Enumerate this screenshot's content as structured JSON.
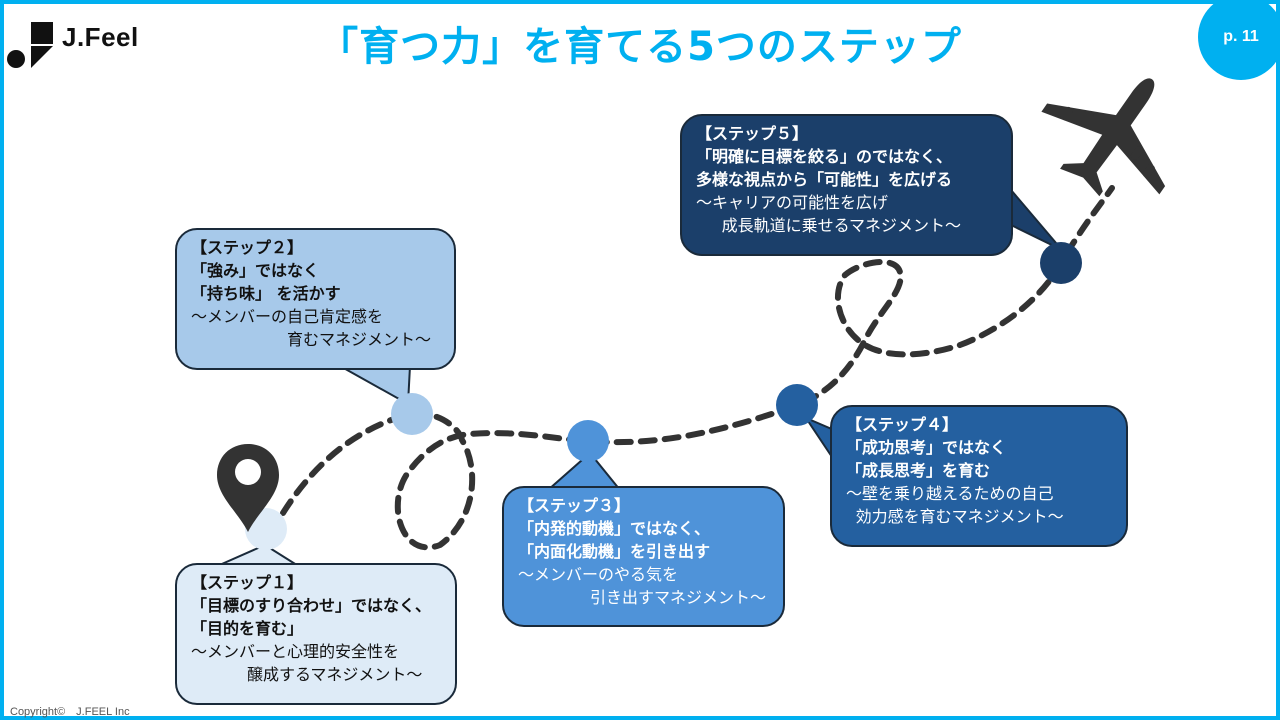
{
  "brand": {
    "logo_text": "J.Feel"
  },
  "header": {
    "title": "「育つ力」を育てる5つのステップ",
    "page_label": "p. 11"
  },
  "colors": {
    "accent": "#00b0f0",
    "step1": "#deebf7",
    "step2": "#a7c9ea",
    "step3": "#4f93d9",
    "step4": "#2460a0",
    "step5": "#1b3f6a",
    "path": "#333333"
  },
  "icons": {
    "start": "map-pin-icon",
    "goal": "airplane-icon"
  },
  "steps": [
    {
      "label": "【ステップ１】",
      "lines": [
        "「目標のすり合わせ」ではなく、",
        "「目的を育む」"
      ],
      "sub": [
        "～メンバーと心理的安全性を",
        "醸成するマネジメント～"
      ]
    },
    {
      "label": "【ステップ２】",
      "lines": [
        "「強み」ではなく",
        "「持ち味」 を活かす"
      ],
      "sub": [
        "～メンバーの自己肯定感を",
        "育むマネジメント～"
      ]
    },
    {
      "label": "【ステップ３】",
      "lines": [
        "「内発的動機」ではなく、",
        "「内面化動機」を引き出す"
      ],
      "sub": [
        "～メンバーのやる気を",
        "引き出すマネジメント～"
      ]
    },
    {
      "label": "【ステップ４】",
      "lines": [
        "「成功思考」ではなく",
        "「成長思考」を育む"
      ],
      "sub": [
        "～壁を乗り越えるための自己",
        "効力感を育むマネジメント～"
      ]
    },
    {
      "label": "【ステップ５】",
      "lines": [
        "「明確に目標を絞る」のではなく、",
        "多様な視点から「可能性」を広げる"
      ],
      "sub": [
        "～キャリアの可能性を広げ",
        "成長軌道に乗せるマネジメント～"
      ]
    }
  ],
  "footer": {
    "copyright": "Copyright©　J.FEEL Inc"
  }
}
